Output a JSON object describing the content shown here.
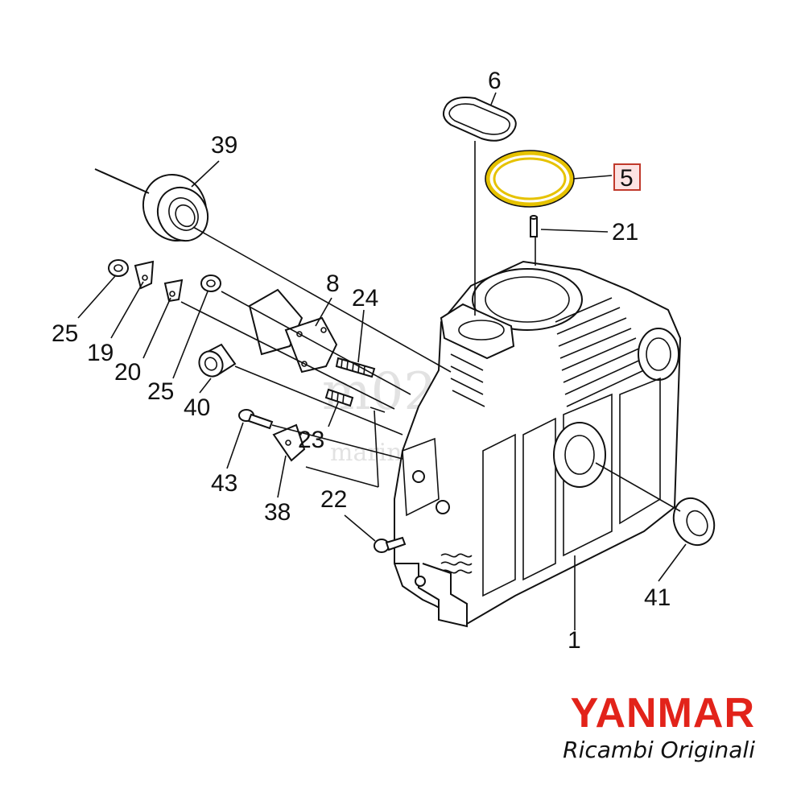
{
  "callouts": {
    "c1": "1",
    "c5": "5",
    "c6": "6",
    "c8": "8",
    "c19": "19",
    "c20": "20",
    "c21": "21",
    "c22": "22",
    "c23": "23",
    "c24": "24",
    "c25a": "25",
    "c25b": "25",
    "c38": "38",
    "c39": "39",
    "c40": "40",
    "c41": "41",
    "c43": "43"
  },
  "highlight": {
    "part": "5",
    "border_color": "#c0392b",
    "fill_color": "#fde3e3",
    "ring_color": "#e6c200"
  },
  "brand": {
    "logo": "YANMAR",
    "logo_color": "#e2231a",
    "subtitle": "Ricambi Originali"
  },
  "watermark": {
    "text": "m02",
    "subtext": "marine"
  }
}
